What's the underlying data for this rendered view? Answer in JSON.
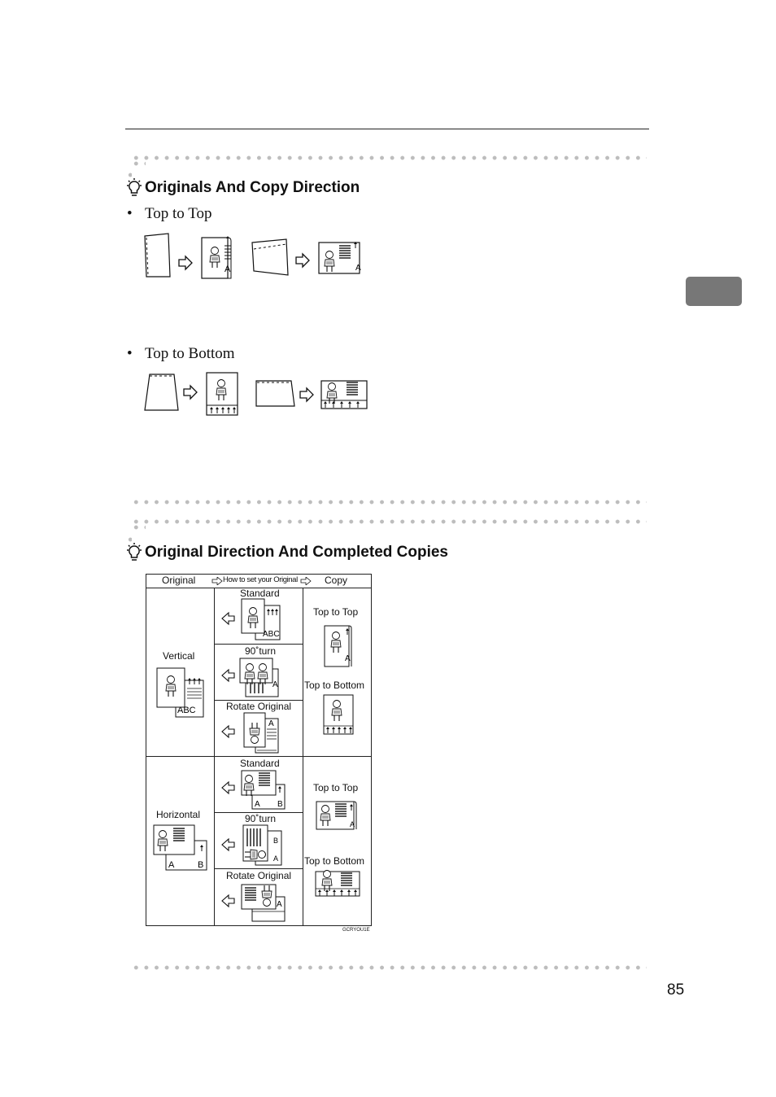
{
  "section1": {
    "title": "Originals And Copy Direction",
    "bullets": [
      "Top to Top",
      "Top to Bottom"
    ]
  },
  "section2": {
    "title": "Original Direction And Completed Copies",
    "table": {
      "head_original": "Original",
      "head_how": "How to set your Original",
      "head_copy": "Copy",
      "row_vertical": "Vertical",
      "row_horizontal": "Horizontal",
      "opt_standard": "Standard",
      "opt_90turn": "90˚turn",
      "opt_rotate": "Rotate Original",
      "copy_top_to_top": "Top to Top",
      "copy_top_to_bottom": "Top to Bottom",
      "fig_code": "GCRYOU1E"
    }
  },
  "page_number": "85"
}
